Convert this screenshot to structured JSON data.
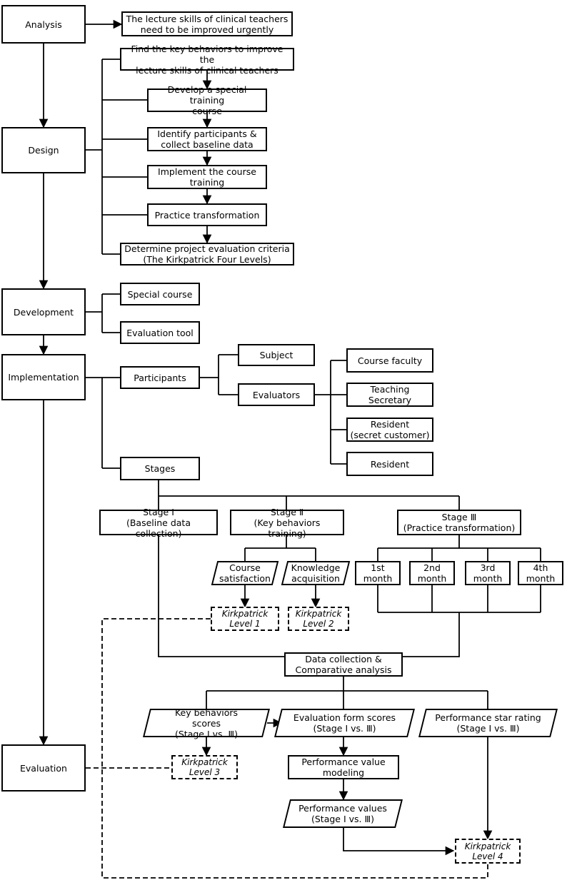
{
  "nodes": {
    "analysis": "Analysis",
    "design": "Design",
    "development": "Development",
    "implementation": "Implementation",
    "evaluation": "Evaluation",
    "need": "The lecture skills of clinical teachers\nneed to be improved urgently",
    "find": "Find the key behaviors to improve the\nlecture skills of clinical teachers",
    "develop": "Develop a special training\ncourse",
    "identify": "Identify participants &\ncollect baseline data",
    "implement": "Implement the course\ntraining",
    "practice": "Practice transformation",
    "determine": "Determine project evaluation criteria\n(The Kirkpatrick Four Levels)",
    "special_course": "Special course",
    "evaluation_tool": "Evaluation tool",
    "participants": "Participants",
    "subject": "Subject",
    "evaluators": "Evaluators",
    "course_faculty": "Course faculty",
    "teaching_secretary": "Teaching\nSecretary",
    "resident_secret": "Resident\n(secret customer)",
    "resident": "Resident",
    "stages": "Stages",
    "stage1": "Stage Ⅰ\n(Baseline data collection)",
    "stage2": "Stage Ⅱ\n(Key behaviors training)",
    "stage3": "Stage Ⅲ\n(Practice transformation)",
    "course_satisfaction": "Course\nsatisfaction",
    "knowledge_acquisition": "Knowledge\nacquisition",
    "month1": "1st\nmonth",
    "month2": "2nd\nmonth",
    "month3": "3rd\nmonth",
    "month4": "4th\nmonth",
    "kp1": "Kirkpatrick\nLevel 1",
    "kp2": "Kirkpatrick\nLevel 2",
    "kp3": "Kirkpatrick\nLevel 3",
    "kp4": "Kirkpatrick\nLevel 4",
    "data_collection": "Data collection &\nComparative analysis",
    "key_behaviors_scores": "Key behaviors\nscores\n(Stage Ⅰ vs. Ⅲ)",
    "evaluation_form_scores": "Evaluation form scores\n(Stage Ⅰ vs. Ⅲ)",
    "performance_star_rating": "Performance star rating\n(Stage Ⅰ vs. Ⅲ)",
    "performance_value_modeling": "Performance value\nmodeling",
    "performance_values": "Performance values\n(Stage Ⅰ vs. Ⅲ)"
  }
}
